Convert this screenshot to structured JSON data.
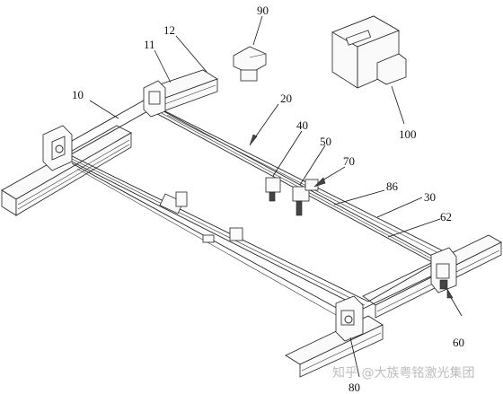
{
  "labels": {
    "l10": "10",
    "l11": "11",
    "l12": "12",
    "l20": "20",
    "l30": "30",
    "l40": "40",
    "l50": "50",
    "l60": "60",
    "l62": "62",
    "l70": "70",
    "l80": "80",
    "l86": "86",
    "l90": "90",
    "l100": "100"
  },
  "watermark": "知乎 @大族粤铭激光集团"
}
